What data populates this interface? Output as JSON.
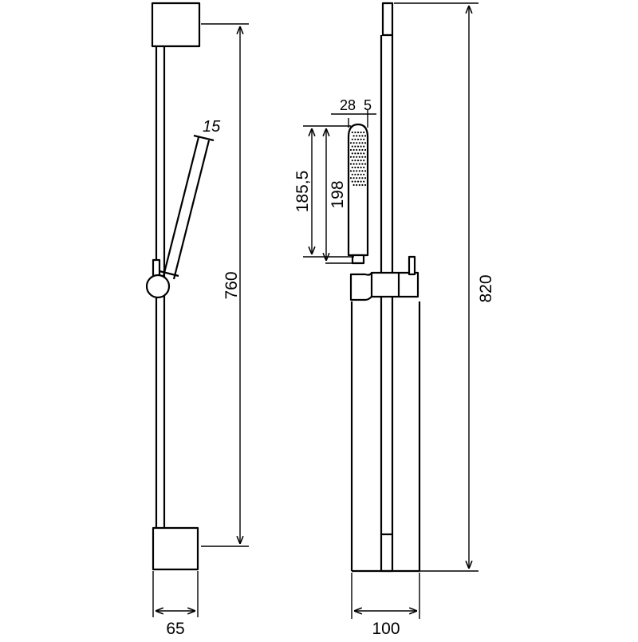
{
  "colors": {
    "line": "#000000",
    "background": "#ffffff"
  },
  "dimensions": {
    "left_height": "760",
    "left_width": "65",
    "hose_angle": "15",
    "right_height": "820",
    "right_width": "100",
    "handshower_length": "198",
    "handshower_spray_length": "185,5",
    "handshower_diameter": "28",
    "handshower_offset": "5"
  }
}
